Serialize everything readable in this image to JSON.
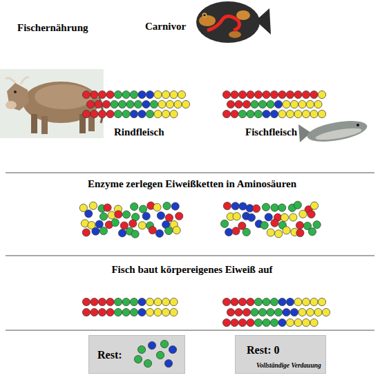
{
  "diagram": {
    "title": "Fischernährung",
    "nodes": [
      {
        "text": [
          "Rest:"
        ]
      },
      {
        "text": [
          "Rest: 0",
          "Vollständige Verdauung"
        ]
      }
    ],
    "labels": [
      "Carnivor",
      "Rindfleisch",
      "Fischfleisch",
      "Enzyme zerlegen Eiweißketten in Aminosäuren",
      "Fisch baut körpereigenes Eiweiß auf"
    ]
  }
}
